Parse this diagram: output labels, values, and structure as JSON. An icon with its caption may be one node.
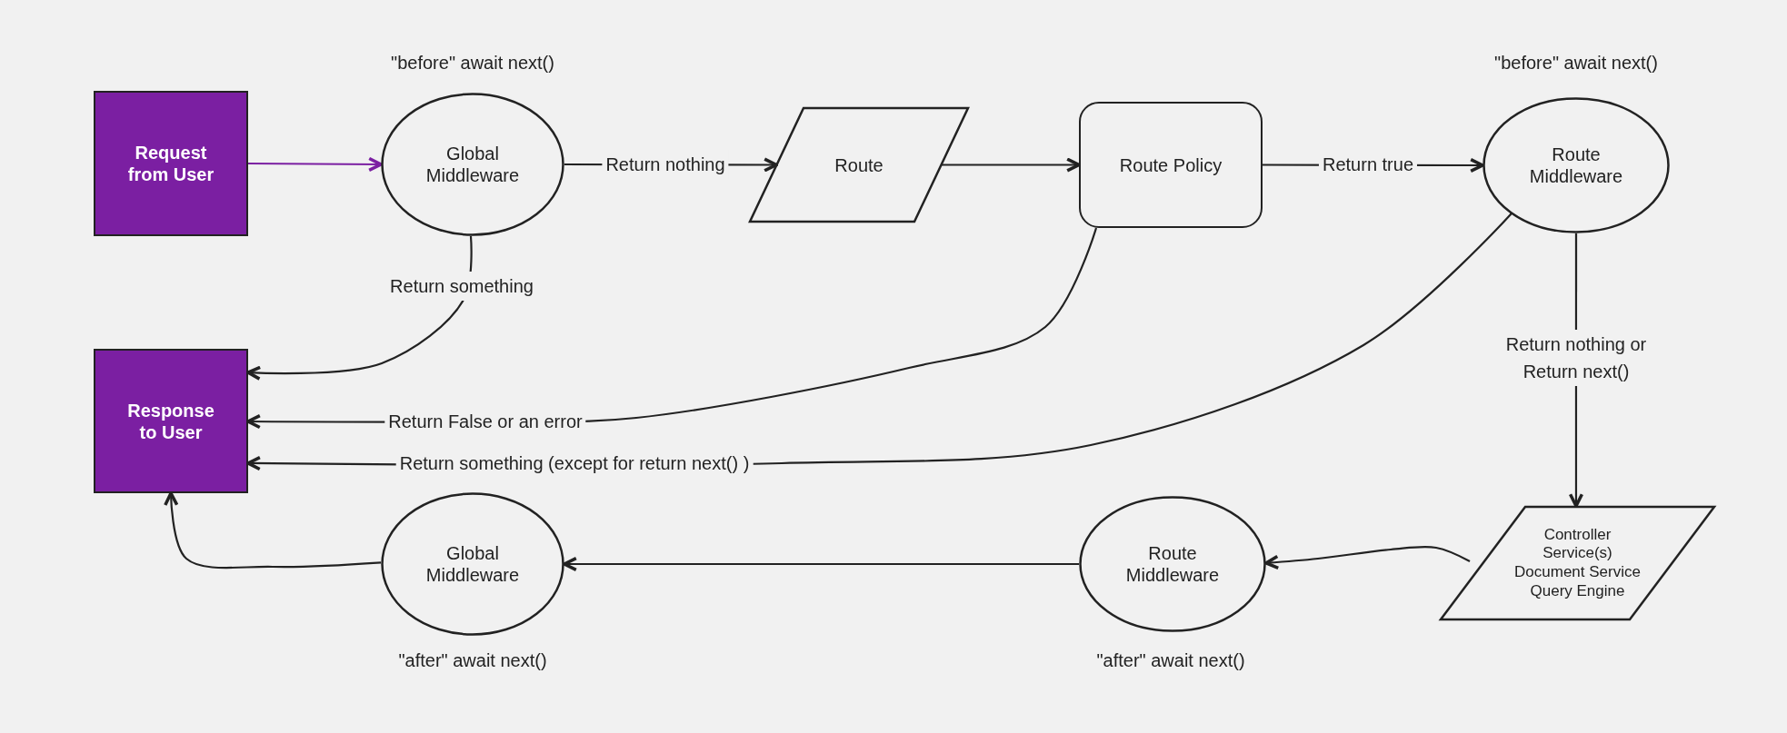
{
  "diagram": {
    "nodes": [
      {
        "text": [
          "Request from User"
        ]
      },
      {
        "text": [
          "Global Middleware"
        ],
        "beside": [
          "\"before\" await next()"
        ]
      },
      {
        "text": [
          "Route"
        ]
      },
      {
        "text": [
          "Route Policy"
        ]
      },
      {
        "text": [
          "Route Middleware"
        ],
        "beside": [
          "\"before\" await next()"
        ]
      },
      {
        "text": [
          "Response to User"
        ]
      },
      {
        "text": [
          "Global Middleware"
        ],
        "beside": [
          "\"after\" await next()"
        ]
      },
      {
        "text": [
          "Route Middleware"
        ],
        "beside": [
          "\"after\" await next()"
        ]
      },
      {
        "text": [
          "Controller",
          "Service(s)",
          "Document Service",
          "Query Engine"
        ]
      }
    ],
    "edges": [
      {
        "from": 0,
        "to": 1,
        "arrow": "to",
        "color": "#7b1fa2"
      },
      {
        "from": 1,
        "to": 2,
        "arrow": "to",
        "label": "Return nothing"
      },
      {
        "from": 2,
        "to": 3,
        "arrow": "to"
      },
      {
        "from": 3,
        "to": 4,
        "arrow": "to",
        "label": "Return true"
      },
      {
        "from": 1,
        "to": 5,
        "arrow": "to",
        "label": "Return something"
      },
      {
        "from": 3,
        "to": 5,
        "arrow": "to",
        "label": "Return False or an error"
      },
      {
        "from": 4,
        "to": 5,
        "arrow": "to",
        "label": "Return something (except for return next() )"
      },
      {
        "from": 4,
        "to": 8,
        "arrow": "to",
        "label": "Return nothing or Return next()"
      },
      {
        "from": 8,
        "to": 7,
        "arrow": "to"
      },
      {
        "from": 7,
        "to": 6,
        "arrow": "to"
      },
      {
        "from": 6,
        "to": 5,
        "arrow": "to"
      }
    ]
  }
}
